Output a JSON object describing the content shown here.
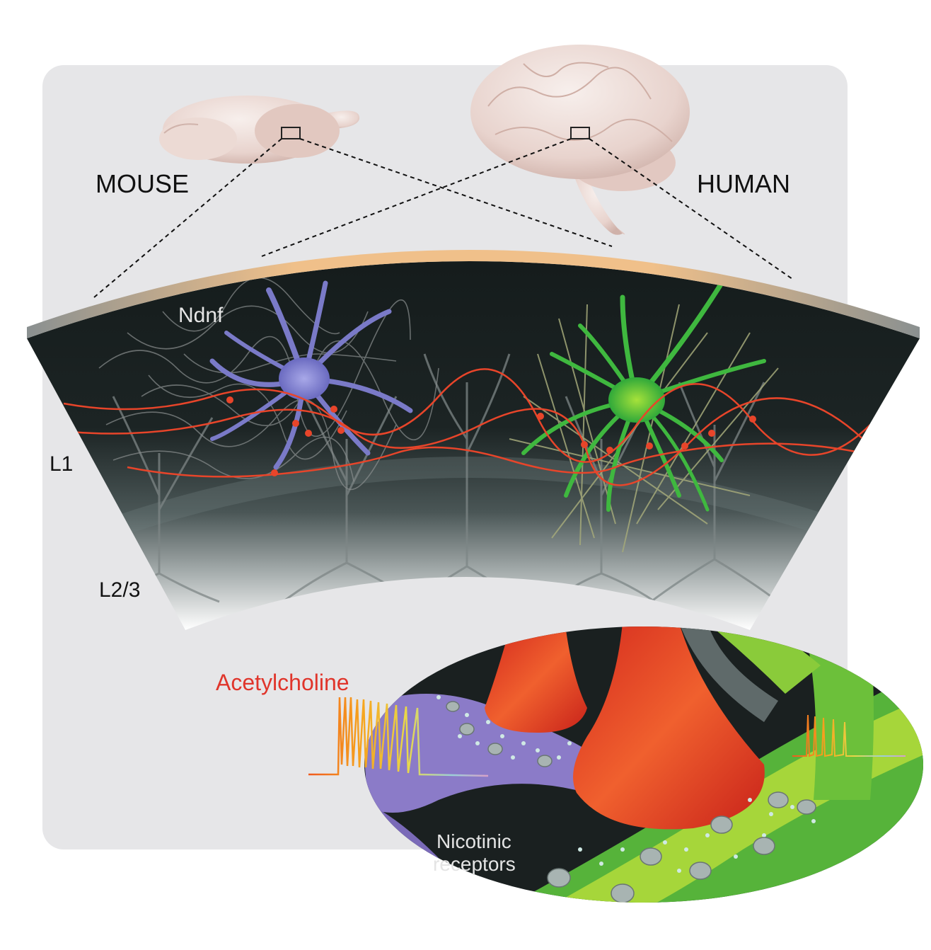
{
  "labels": {
    "mouse": "MOUSE",
    "human": "HUMAN",
    "ndnf": "Ndnf",
    "layer1": "L1",
    "layer23": "L2/3",
    "acetylcholine": "Acetylcholine",
    "nicotinic_line1": "Nicotinic",
    "nicotinic_line2": "receptors"
  },
  "colors": {
    "panel": "#e6e6e8",
    "pia": "#f0c08a",
    "cortex_dark": "#151c1c",
    "ndnf_neuron": "#7a7ac8",
    "human_neuron": "#3fb83f",
    "axon": "#e8452a",
    "terminal": "#e63a22",
    "label_red": "#e0352b",
    "label_light": "#e4e4e4"
  }
}
